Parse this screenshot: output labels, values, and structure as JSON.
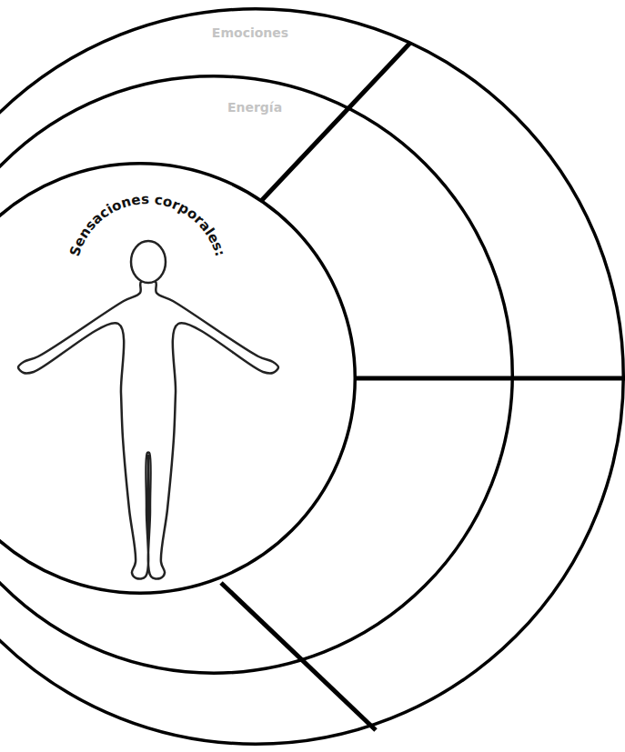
{
  "diagram": {
    "nodes": [
      {
        "text": [
          "Emociones"
        ]
      },
      {
        "text": [
          "Energía"
        ],
        "in": 0
      },
      {
        "text": [
          "Sensaciones corporales:"
        ],
        "in": 1
      }
    ]
  }
}
